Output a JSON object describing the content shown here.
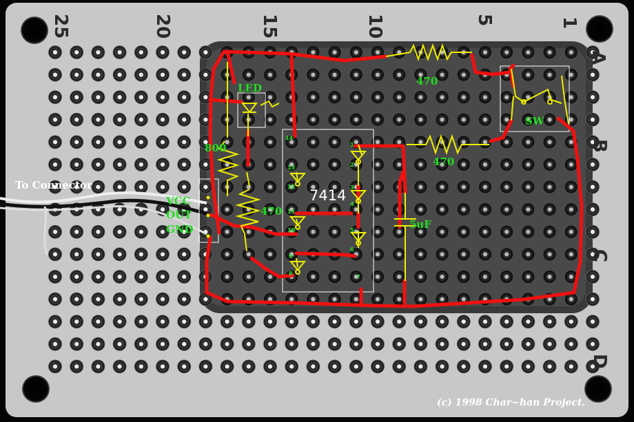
{
  "board": {
    "column_numbers": [
      "25",
      "20",
      "15",
      "10",
      "5",
      "1"
    ],
    "row_letters": [
      "A",
      "B",
      "C",
      "D"
    ]
  },
  "labels": {
    "to_connector": "To Connector",
    "vcc": "VCC",
    "out": "OUT",
    "gnd": "GND",
    "led": "LED",
    "r800": "800",
    "r470_left": "470",
    "r470_top": "470",
    "r470_mid": "470",
    "ic": "7414",
    "cap": "5uF",
    "sw": "SW",
    "copyright": "(c) 1998 Char−han Project."
  },
  "pins": {
    "p14": "14",
    "p13": "13",
    "p12": "12",
    "p11": "11",
    "p10": "10",
    "p9": "9",
    "p8": "8",
    "p1": "1",
    "p2": "2",
    "p3": "3",
    "p4": "4",
    "p5": "5",
    "p6": "6",
    "p7": "7"
  },
  "colors": {
    "wire": "#ee1111",
    "schematic": "#eeee00",
    "label_green": "#22dd22",
    "board": "#c9c9c9",
    "outline": "#ffffff"
  }
}
